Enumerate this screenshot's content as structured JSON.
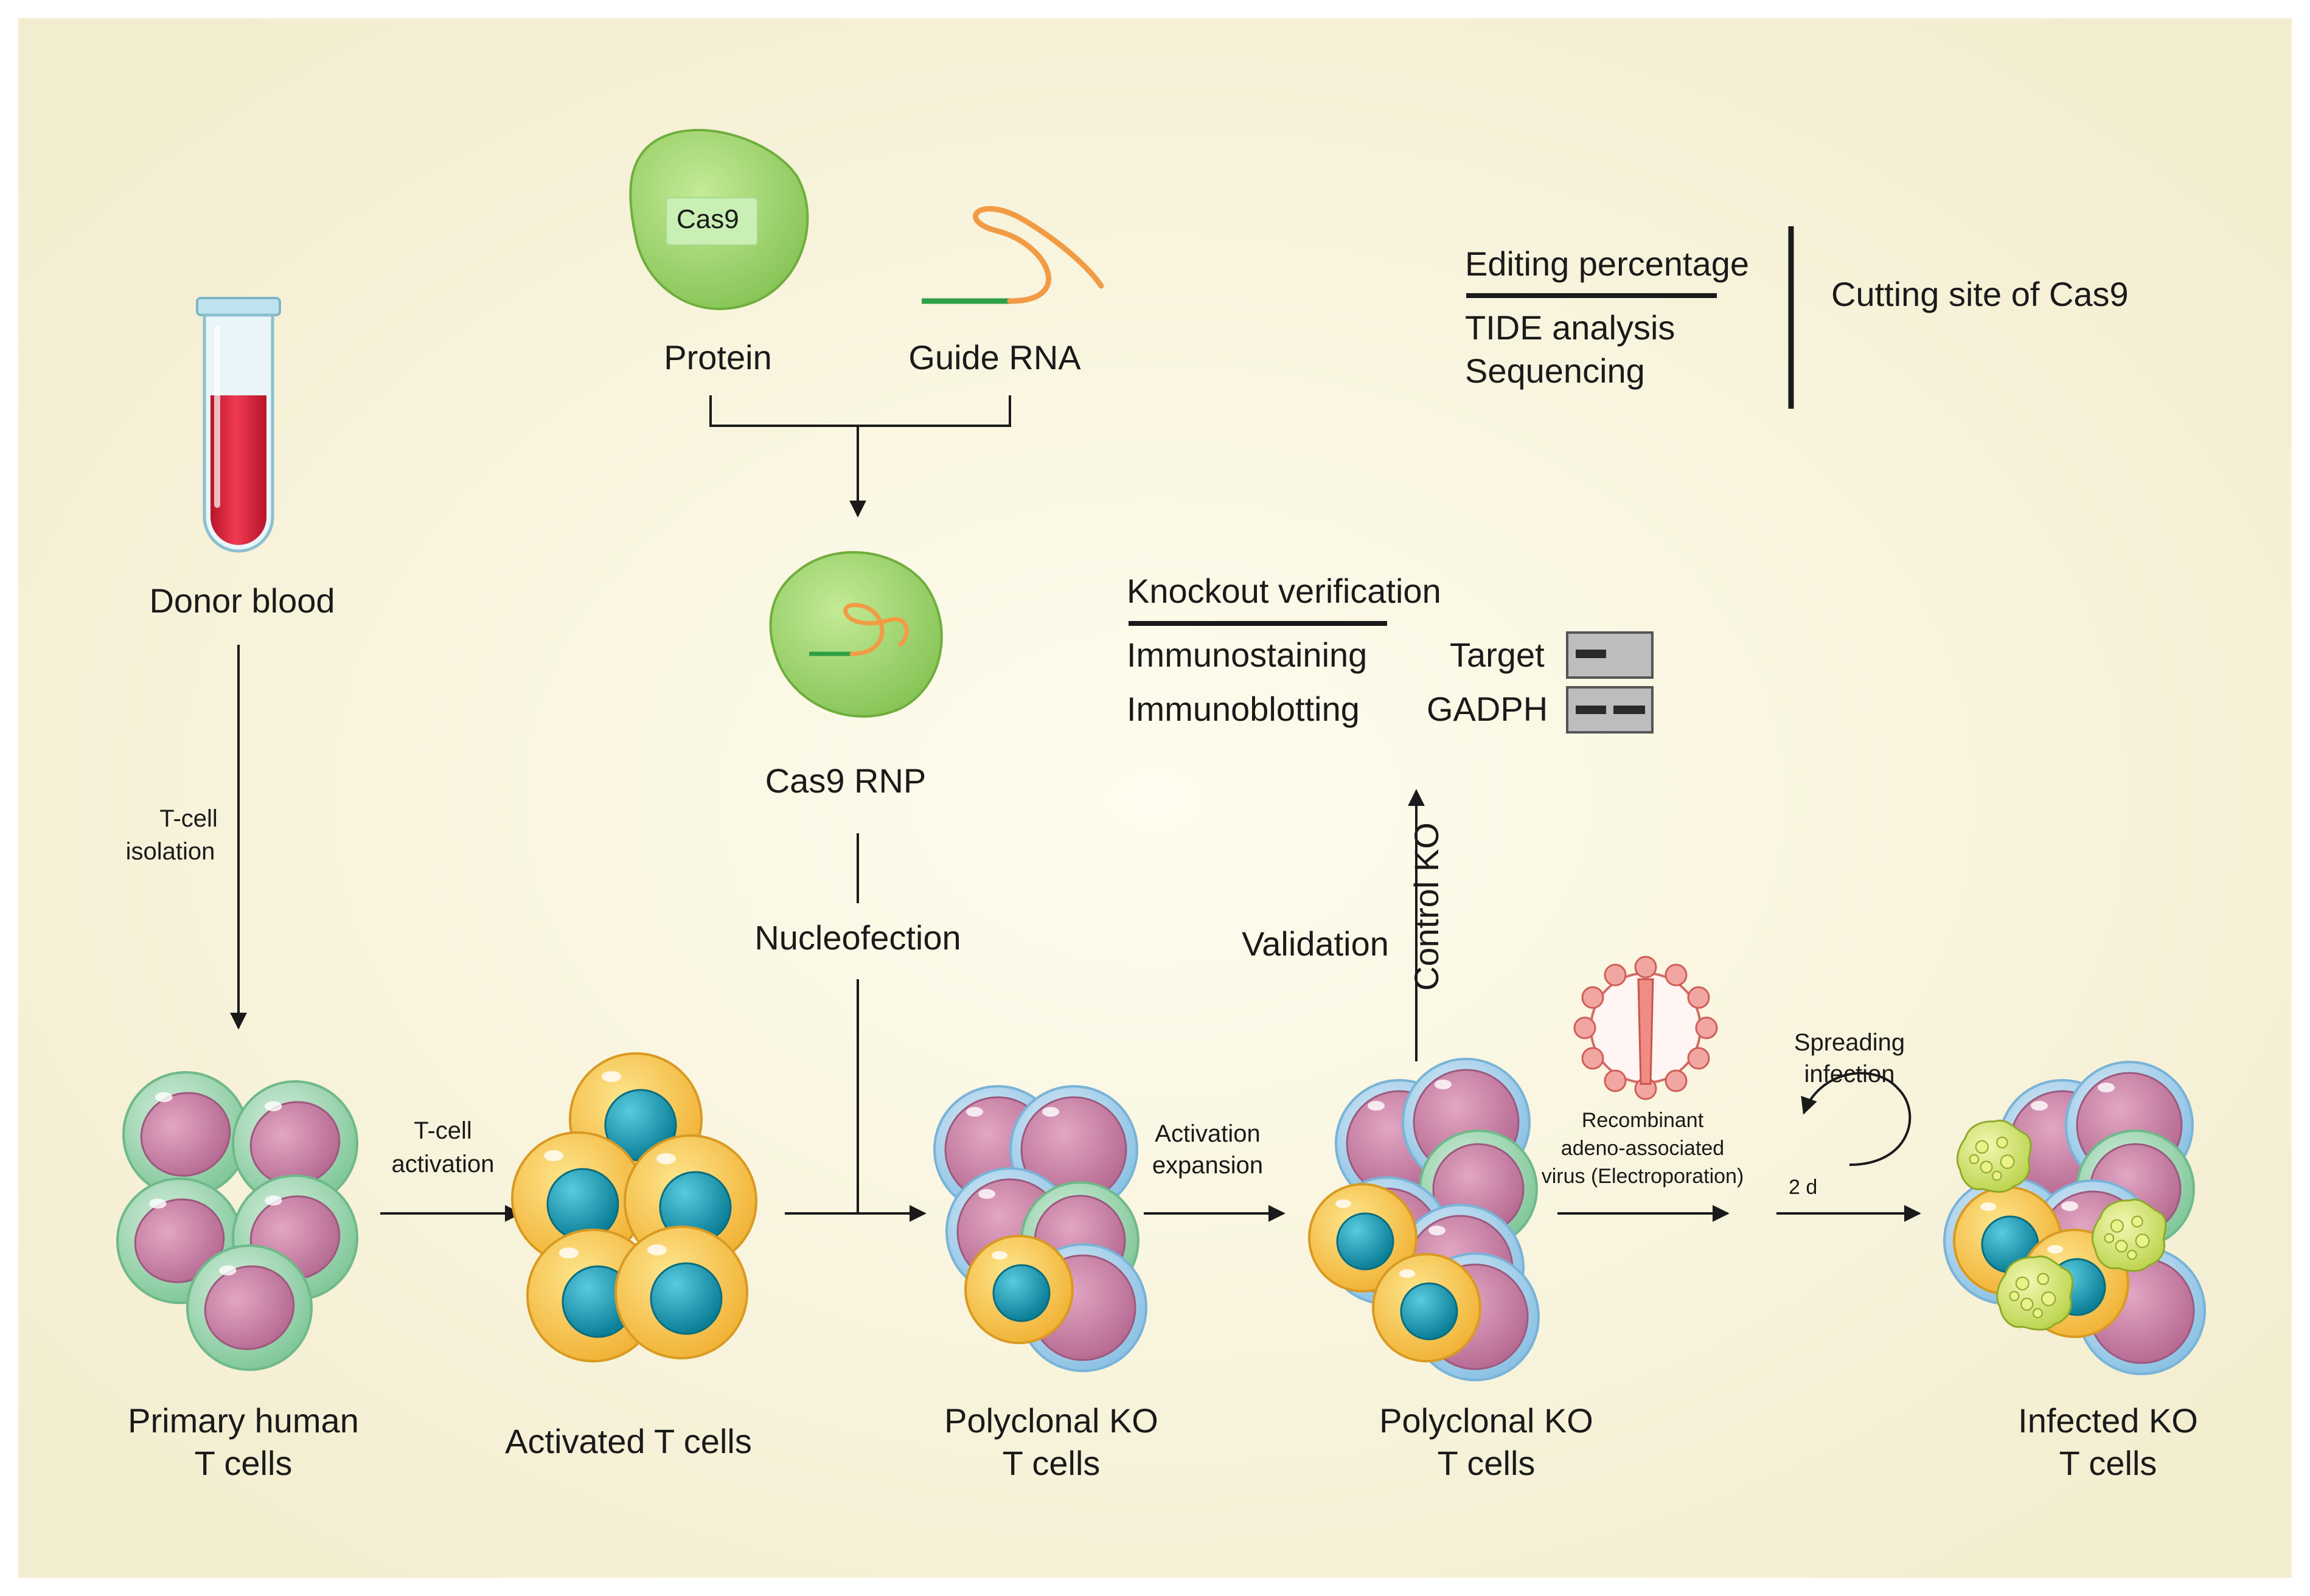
{
  "inputs": {
    "cas9_badge": "Cas9",
    "protein_label": "Protein",
    "guide_rna_label": "Guide RNA",
    "rnp_label": "Cas9 RNP",
    "nucleofection_label": "Nucleofection"
  },
  "donor": {
    "label": "Donor blood",
    "isolation_label_line1": "T-cell",
    "isolation_label_line2": "isolation"
  },
  "editing": {
    "header": "Editing percentage",
    "method1": "TIDE analysis",
    "method2": "Sequencing",
    "side_label": "Cutting site of Cas9"
  },
  "knockout": {
    "header": "Knockout verification",
    "method1": "Immunostaining",
    "method2": "Immunoblotting",
    "blot_label1": "Target",
    "blot_label2": "GADPH",
    "validation_label": "Validation",
    "control_ko_label": "Control  KO"
  },
  "steps": {
    "activation_line1": "T-cell",
    "activation_line2": "activation",
    "expansion_line1": "Activation",
    "expansion_line2": "expansion",
    "virus_line1": "Recombinant",
    "virus_line2": "adeno-associated",
    "virus_line3": "virus (Electroporation)",
    "spreading_line1": "Spreading",
    "spreading_line2": "infection",
    "duration": "2 d"
  },
  "stages": [
    {
      "line1": "Primary human",
      "line2": "T cells"
    },
    {
      "line1": "Activated T cells",
      "line2": ""
    },
    {
      "line1": "Polyclonal KO",
      "line2": "T cells"
    },
    {
      "line1": "Polyclonal KO",
      "line2": "T cells"
    },
    {
      "line1": "Infected KO",
      "line2": "T cells"
    }
  ],
  "colors": {
    "background_center": "#fdfbe9",
    "background_edge": "#f4efd2",
    "cell_membrane_green": "#a7d8b4",
    "nucleus_pink": "#c97aa0",
    "activated_cytoplasm": "#f7c344",
    "nucleus_teal": "#17a3b8",
    "membrane_blue": "#a9d3ec",
    "protein_green": "#9fd66b",
    "guide_rna_orange": "#f29b45",
    "guide_rna_green": "#3aa64a",
    "virus_red": "#e88a86",
    "infection_yellow": "#d9e66a"
  }
}
